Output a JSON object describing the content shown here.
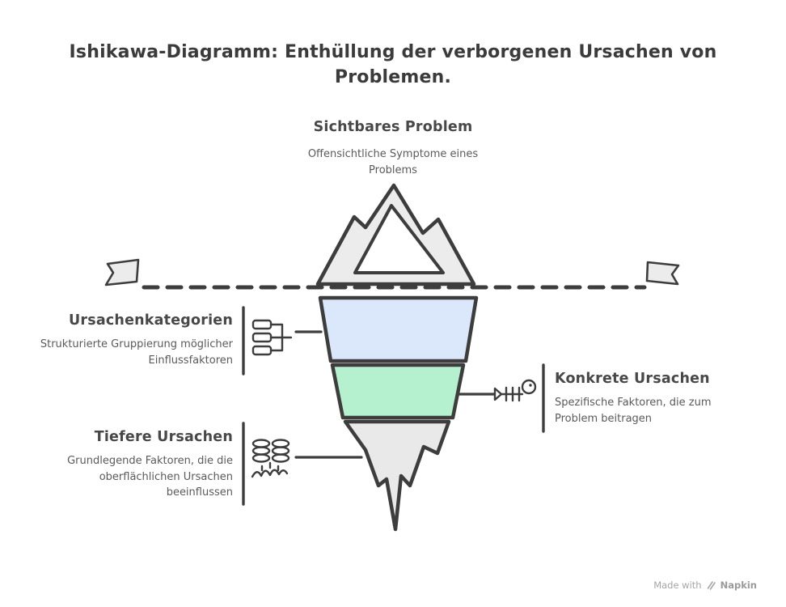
{
  "title": "Ishikawa-Diagramm: Enthüllung der verborgenen Ursachen von Problemen.",
  "visible_problem": {
    "heading": "Sichtbares Problem",
    "subtext": "Offensichtliche Symptome eines Problems"
  },
  "annotations": {
    "categories": {
      "heading": "Ursachenkategorien",
      "subtext": "Strukturierte Gruppierung möglicher Einflussfaktoren"
    },
    "deeper": {
      "heading": "Tiefere Ursachen",
      "subtext": "Grundlegende Faktoren, die die oberflächlichen Ursachen beeinflussen"
    },
    "concrete": {
      "heading": "Konkrete Ursachen",
      "subtext": "Spezifische Faktoren, die zum Problem beitragen"
    }
  },
  "footer": {
    "made_with": "Made with",
    "brand": "Napkin"
  },
  "colors": {
    "outline": "#3d3d3d",
    "iceberg_top": "#ececec",
    "band_blue": "#dbe7fb",
    "band_green": "#b5f1cf",
    "band_gray": "#e9e9e9",
    "heading_text": "#484848",
    "body_text": "#5a5a5a",
    "muted_text": "#a6a6a6"
  }
}
